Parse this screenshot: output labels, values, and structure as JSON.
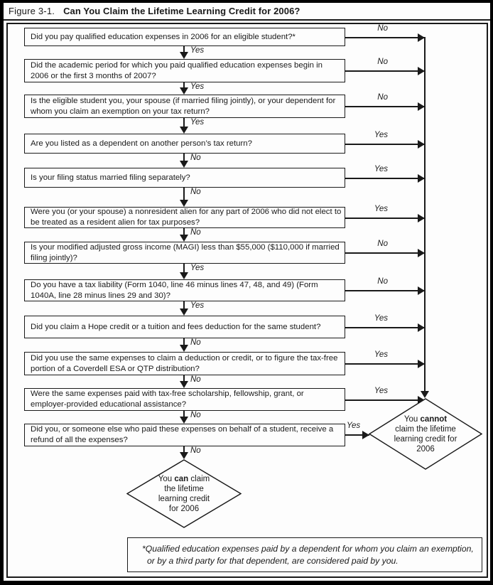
{
  "figure": {
    "label": "Figure 3-1.",
    "title": "Can You Claim the Lifetime Learning Credit for 2006?"
  },
  "questions": [
    {
      "text": "Did you pay qualified education expenses in 2006 for an eligible student?*",
      "right_label": "No",
      "down_label": "Yes"
    },
    {
      "text": "Did the academic period for which you paid qualified education expenses begin in 2006 or the first 3 months of 2007?",
      "right_label": "No",
      "down_label": "Yes"
    },
    {
      "text": "Is the eligible student you, your spouse (if married filing jointly), or your dependent for whom you claim an exemption on your tax return?",
      "right_label": "No",
      "down_label": "Yes"
    },
    {
      "text": "Are you listed as a dependent on another person’s tax return?",
      "right_label": "Yes",
      "down_label": "No"
    },
    {
      "text": "Is your filing status married filing separately?",
      "right_label": "Yes",
      "down_label": "No"
    },
    {
      "text": "Were you (or your spouse) a nonresident alien for any part of 2006 who did not elect to be treated as a resident alien for tax purposes?",
      "right_label": "Yes",
      "down_label": "No"
    },
    {
      "text": "Is your modified adjusted gross income (MAGI) less than $55,000 ($110,000 if married filing jointly)?",
      "right_label": "No",
      "down_label": "Yes"
    },
    {
      "text": "Do you have a tax liability (Form 1040, line 46 minus lines 47, 48, and 49) (Form 1040A, line 28 minus lines 29 and 30)?",
      "right_label": "No",
      "down_label": "Yes"
    },
    {
      "text": "Did you claim a Hope credit or a tuition and fees deduction for the same student?",
      "right_label": "Yes",
      "down_label": "No"
    },
    {
      "text": "Did you use the same expenses to claim a deduction or credit, or to figure the tax-free portion of a Coverdell ESA or QTP distribution?",
      "right_label": "Yes",
      "down_label": "No"
    },
    {
      "text": "Were the same expenses paid with tax-free scholarship, fellowship, grant, or employer-provided educational assistance?",
      "right_label": "Yes",
      "down_label": "No"
    },
    {
      "text": "Did you, or someone else who paid these expenses on behalf of a student, receive a refund of all the expenses?",
      "right_label": "Yes",
      "down_label": "No"
    }
  ],
  "outcomes": {
    "cannot": {
      "l1a": "You",
      "l1b": "cannot",
      "l2": "claim the lifetime",
      "l3": "learning credit for",
      "l4": "2006"
    },
    "can": {
      "l1a": "You",
      "l1b": "can",
      "l1c": "claim",
      "l2": "the lifetime",
      "l3": "learning credit",
      "l4": "for 2006"
    }
  },
  "footnote": "*Qualified education expenses paid by a dependent for whom you claim an exemption, or by a third party for that dependent, are considered paid by you.",
  "colors": {
    "line": "#1a1a1a",
    "background": "#fdfdfd"
  }
}
